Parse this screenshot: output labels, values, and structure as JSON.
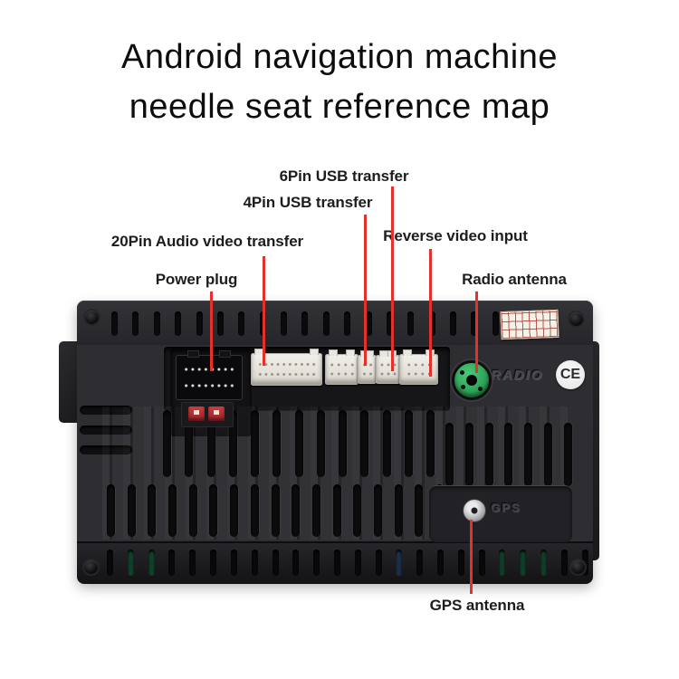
{
  "title": {
    "line1": "Android navigation machine",
    "line2": "needle seat reference map"
  },
  "callouts": {
    "pin6": "6Pin USB transfer",
    "pin4": "4Pin USB transfer",
    "pin20": "20Pin Audio video transfer",
    "reverse": "Reverse video input",
    "power": "Power plug",
    "radio": "Radio antenna",
    "gps": "GPS antenna"
  },
  "device": {
    "radio_label": "RADIO",
    "ce_mark": "CE",
    "gps_label": "GPS"
  },
  "colors": {
    "leader_line_red": "#e5312b",
    "radio_connector_green": "#2aa257",
    "fuse_red": "#b03032",
    "connector_beige": "#e9e6dd",
    "body_gray": "#2e2e32",
    "background": "#ffffff"
  }
}
